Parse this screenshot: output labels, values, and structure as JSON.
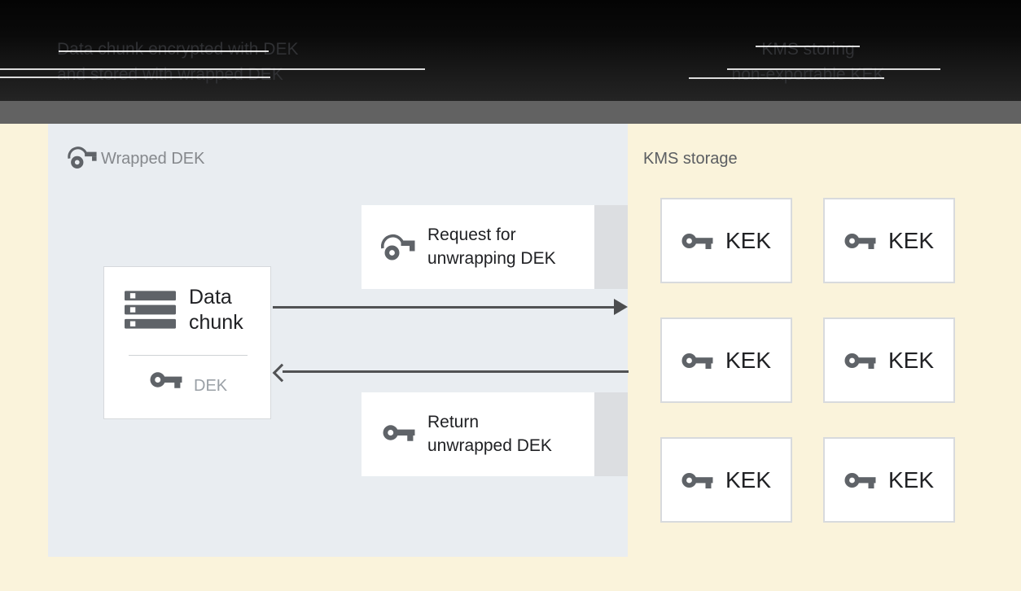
{
  "header": {
    "left_caption_lines": [
      "Data chunk encrypted with DEK",
      "and stored with wrapped DEK"
    ],
    "right_caption_lines": [
      "KMS storing",
      "non-exportable KEK"
    ]
  },
  "wrapped_dek_panel": {
    "label": "Wrapped DEK",
    "data_chunk_box": {
      "title_lines": [
        "Data",
        "chunk"
      ],
      "key_label": "DEK"
    },
    "request_box_lines": [
      "Request for",
      "unwrapping DEK"
    ],
    "return_box_lines": [
      "Return",
      "unwrapped DEK"
    ]
  },
  "kms_panel": {
    "label": "KMS storage",
    "kek_label": "KEK",
    "kek_count": 6
  },
  "colors": {
    "header_bg": "#1b1b1b",
    "divider_bar": "#626262",
    "panel_bg": "#e9edf1",
    "body_bg": "#faf3db",
    "icon_gray": "#5f6368",
    "shadow_strip": "#dcdee1",
    "arrow": "#515254"
  }
}
